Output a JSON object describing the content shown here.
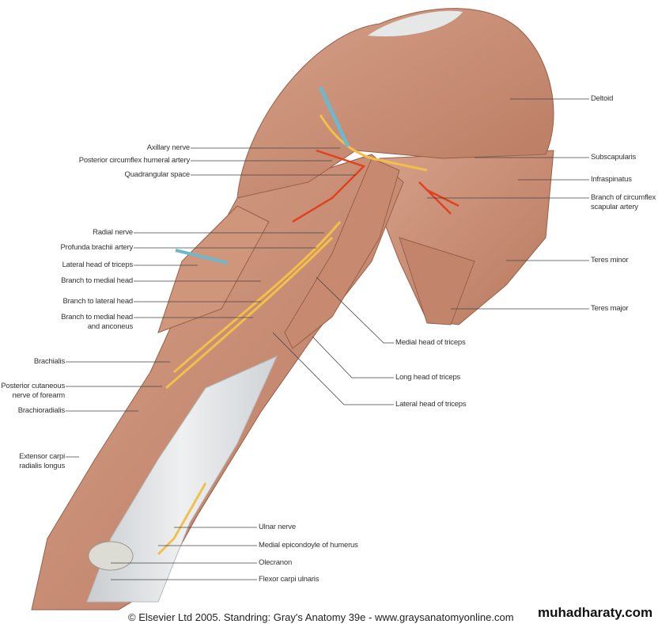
{
  "figure": {
    "labels_left": [
      {
        "text": "Axillary nerve"
      },
      {
        "text": "Posterior circumflex humeral artery"
      },
      {
        "text": "Quadrangular space"
      },
      {
        "text": "Radial nerve"
      },
      {
        "text": "Profunda brachii artery"
      },
      {
        "text": "Lateral head of triceps"
      },
      {
        "text": "Branch to medial head"
      },
      {
        "text": "Branch to lateral head"
      },
      {
        "text": "Branch to medial head\nand anconeus"
      },
      {
        "text": "Brachialis"
      },
      {
        "text": "Posterior cutaneous\nnerve of forearm"
      },
      {
        "text": "Brachioradialis"
      },
      {
        "text": "Extensor carpi\nradialis longus"
      }
    ],
    "labels_right": [
      {
        "text": "Deltoid"
      },
      {
        "text": "Subscapularis"
      },
      {
        "text": "Infraspinatus"
      },
      {
        "text": "Branch of circumflex\nscapular artery"
      },
      {
        "text": "Teres minor"
      },
      {
        "text": "Teres major"
      }
    ],
    "labels_middle": [
      {
        "text": "Medial head of triceps"
      },
      {
        "text": "Long head of triceps"
      },
      {
        "text": "Lateral head of triceps"
      }
    ],
    "labels_bottom": [
      {
        "text": "Ulnar nerve"
      },
      {
        "text": "Medial epicondoyle of humerus"
      },
      {
        "text": "Olecranon"
      },
      {
        "text": "Flexor carpi ulnaris"
      }
    ]
  },
  "footer": {
    "copyright": "© Elsevier Ltd 2005. Standring: Gray's Anatomy 39e - www.graysanatomyonline.com",
    "watermark": "muhadharaty.com"
  },
  "colors": {
    "muscle": "#c98e74",
    "muscle_dark": "#a8684f",
    "tendon": "#dfe3e6",
    "nerve": "#f2c04a",
    "artery": "#e0421e",
    "probe": "#6fb8cc"
  }
}
